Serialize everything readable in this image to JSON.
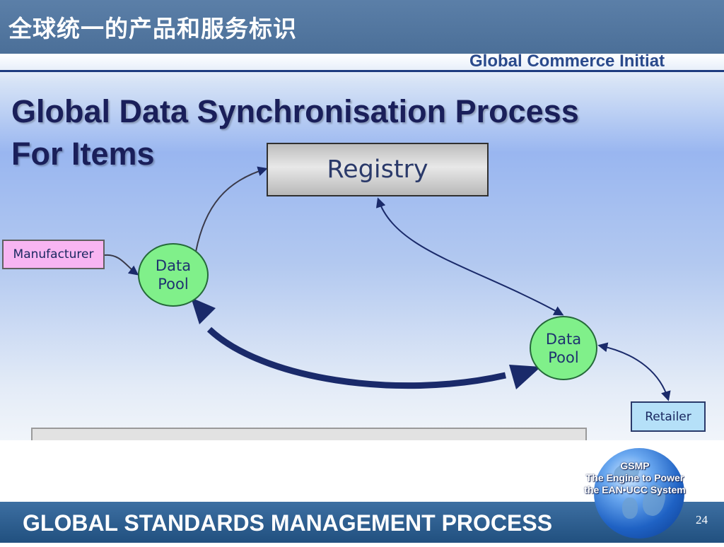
{
  "slide": {
    "title": "全球统一的产品和服务标识",
    "page_number": "24"
  },
  "diagram": {
    "header_org": "Global Commerce Initiat",
    "title_line1": "Global Data Synchronisation Process",
    "title_line2": "For Items",
    "nodes": {
      "registry": "Registry",
      "manufacturer": "Manufacturer",
      "retailer": "Retailer",
      "data_pool_1": {
        "line1": "Data",
        "line2": "Pool"
      },
      "data_pool_2": {
        "line1": "Data",
        "line2": "Pool"
      }
    }
  },
  "logo": {
    "line1": "GSMP",
    "line2": "The Engine to Power",
    "line3": "the EAN•UCC System"
  },
  "footer": {
    "text": "GLOBAL STANDARDS MANAGEMENT PROCESS"
  },
  "colors": {
    "top_bar": "#4b6f98",
    "footer_bar": "#21507f",
    "data_pool": "#80f08a",
    "manufacturer": "#f8b5f2",
    "retailer": "#b5e0f8",
    "arrow": "#1a2a6a"
  }
}
